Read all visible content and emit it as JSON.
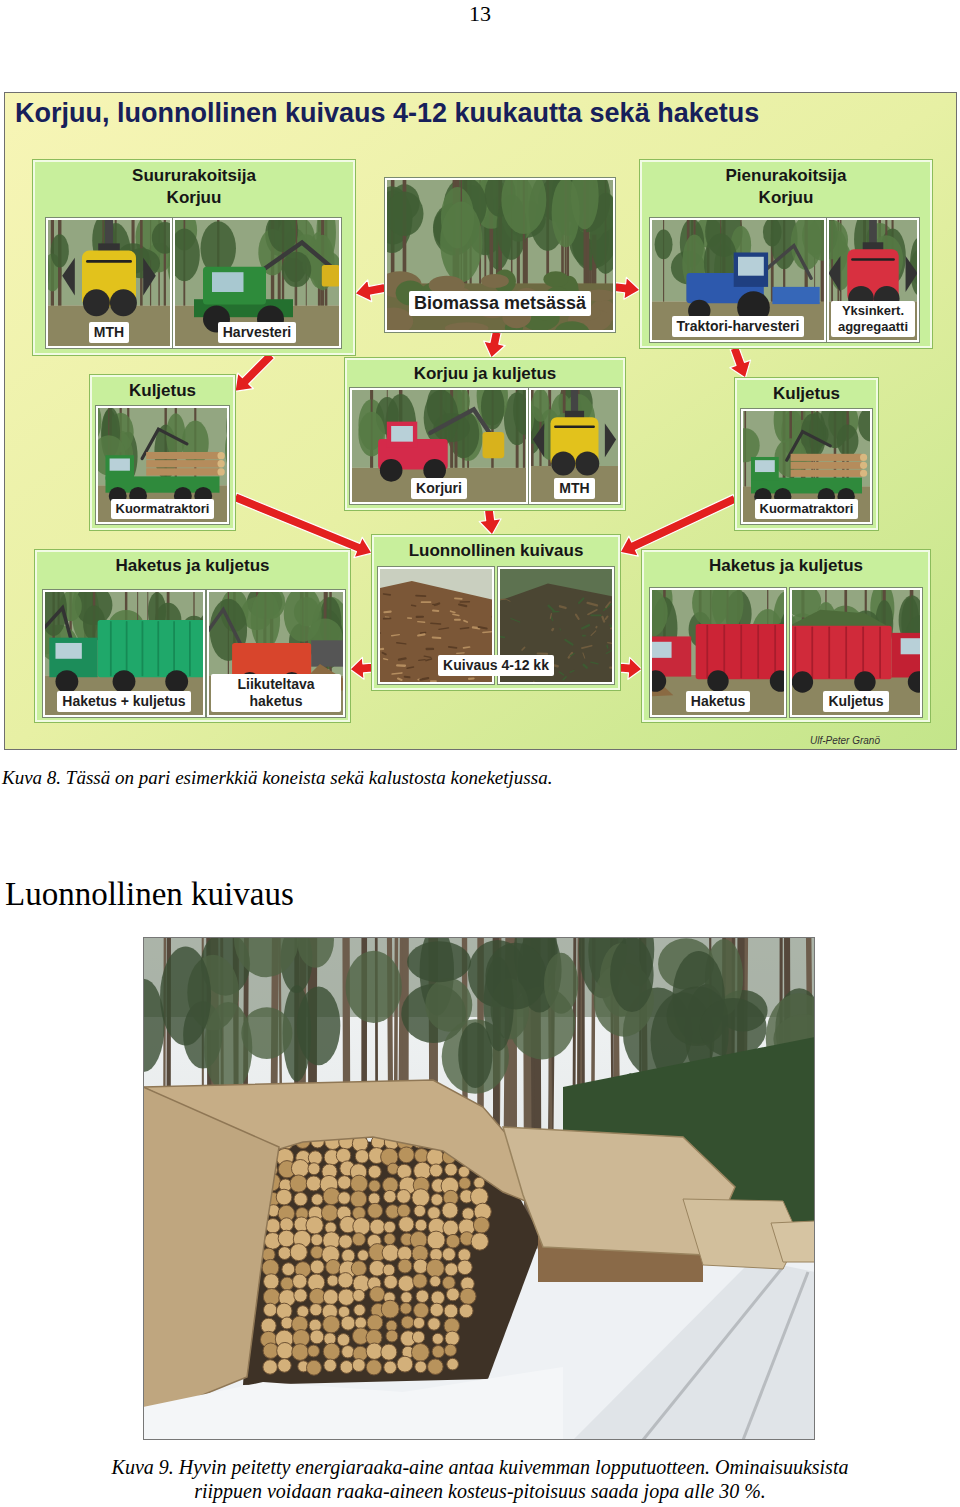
{
  "diagram": {
    "title": "Korjuu, luonnollinen kuivaus 4-12 kuukautta sekä haketus",
    "caption": "Kuva 8. Tässä on pari esimerkkiä koneista sekä kalustosta koneketjussa.",
    "nodes": [
      {
        "text": [
          "Suururakoitsija Korjuu"
        ]
      },
      {
        "text": [
          "MTH"
        ],
        "in": 0
      },
      {
        "text": [
          "Harvesteri"
        ],
        "in": 0
      },
      {
        "text": [
          "Biomassa metsässä"
        ]
      },
      {
        "text": [
          "Pienurakoitsija Korjuu"
        ]
      },
      {
        "text": [
          "Traktori-harvesteri"
        ],
        "in": 4
      },
      {
        "text": [
          "Yksinkert. aggregaatti"
        ],
        "in": 4
      },
      {
        "text": [
          "Kuljetus",
          "Kuormatraktori"
        ]
      },
      {
        "text": [
          "Korjuu ja kuljetus"
        ]
      },
      {
        "text": [
          "Korjuri"
        ],
        "in": 8
      },
      {
        "text": [
          "MTH"
        ],
        "in": 8
      },
      {
        "text": [
          "Kuljetus",
          "Kuormatraktori"
        ]
      },
      {
        "text": [
          "Haketus ja kuljetus"
        ]
      },
      {
        "text": [
          "Haketus + kuljetus"
        ],
        "in": 12
      },
      {
        "text": [
          "Liikuteltava haketus"
        ],
        "in": 12
      },
      {
        "text": [
          "Luonnollinen kuivaus",
          "Kuivaus 4-12 kk"
        ]
      },
      {
        "text": [
          "Haketus ja kuljetus"
        ]
      },
      {
        "text": [
          "Haketus"
        ],
        "in": 16
      },
      {
        "text": [
          "Kuljetus"
        ],
        "in": 16
      }
    ],
    "edges": [
      {
        "from": 3,
        "to": 0,
        "arrow": "to"
      },
      {
        "from": 3,
        "to": 4,
        "arrow": "to"
      },
      {
        "from": 3,
        "to": 8,
        "arrow": "to"
      },
      {
        "from": 0,
        "to": 7,
        "arrow": "to"
      },
      {
        "from": 4,
        "to": 11,
        "arrow": "to"
      },
      {
        "from": 7,
        "to": 15,
        "arrow": "to"
      },
      {
        "from": 8,
        "to": 15,
        "arrow": "to"
      },
      {
        "from": 11,
        "to": 15,
        "arrow": "to"
      },
      {
        "from": 15,
        "to": 12,
        "arrow": "to"
      },
      {
        "from": 15,
        "to": 16,
        "arrow": "to"
      }
    ],
    "labels": [
      "13",
      "Ulf-Peter Granö",
      "Luonnollinen kuivaus",
      "Kuva 9. Hyvin peitetty energiaraaka-aine antaa kuivemman lopputuotteen. Ominaisuuksista riippuen voidaan raaka-aineen kosteus-pitoisuus saada jopa alle 30 %."
    ]
  }
}
